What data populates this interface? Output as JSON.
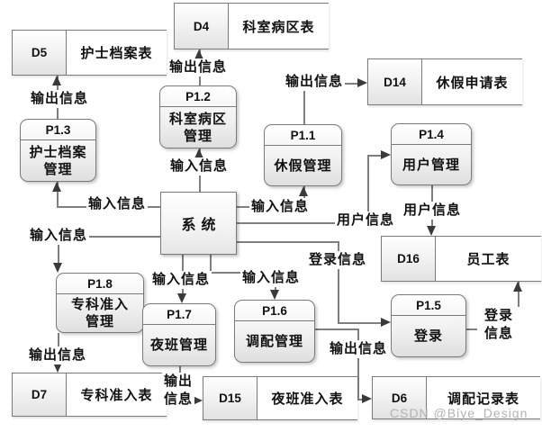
{
  "watermark": "CSDN @Biye_Design",
  "system": {
    "label": "系统"
  },
  "processes": {
    "p11": {
      "id": "P1.1",
      "name": "休假管理"
    },
    "p12": {
      "id": "P1.2",
      "name": "科室病区\n管理"
    },
    "p13": {
      "id": "P1.3",
      "name": "护士档案\n管理"
    },
    "p14": {
      "id": "P1.4",
      "name": "用户管理"
    },
    "p15": {
      "id": "P1.5",
      "name": "登录"
    },
    "p16": {
      "id": "P1.6",
      "name": "调配管理"
    },
    "p17": {
      "id": "P1.7",
      "name": "夜班管理"
    },
    "p18": {
      "id": "P1.8",
      "name": "专科准入\n管理"
    }
  },
  "datastores": {
    "d4": {
      "id": "D4",
      "name": "科室病区表"
    },
    "d5": {
      "id": "D5",
      "name": "护士档案表"
    },
    "d6": {
      "id": "D6",
      "name": "调配记录表"
    },
    "d7": {
      "id": "D7",
      "name": "专科准入表"
    },
    "d14": {
      "id": "D14",
      "name": "休假申请表"
    },
    "d15": {
      "id": "D15",
      "name": "夜班准入表"
    },
    "d16": {
      "id": "D16",
      "name": "员工表"
    }
  },
  "flows": {
    "p13_to_d5": "输出信息",
    "sys_to_p13": "输入信息",
    "p12_to_d4": "输出信息",
    "sys_to_p12": "输入信息",
    "p11_to_d14": "输出信息",
    "sys_to_p11": "输入信息",
    "sys_to_p14": "用户信息",
    "p14_to_d16": "用户信息",
    "sys_to_p15": "登录信息",
    "p15_to_d16": "登录信息",
    "sys_to_p18": "输入信息",
    "p18_to_d7": "输出信息",
    "sys_to_p17": "输入信息",
    "sys_to_p16": "输入信息",
    "p17_to_d15": "输出\n信息",
    "p16_to_d6": "输出信息"
  },
  "colors": {
    "line_color": "#7f7f7f",
    "arrow_color": "#3a3a3a",
    "shape_border": "#7a7a7a",
    "watermark_color": "#b3b3b3"
  }
}
